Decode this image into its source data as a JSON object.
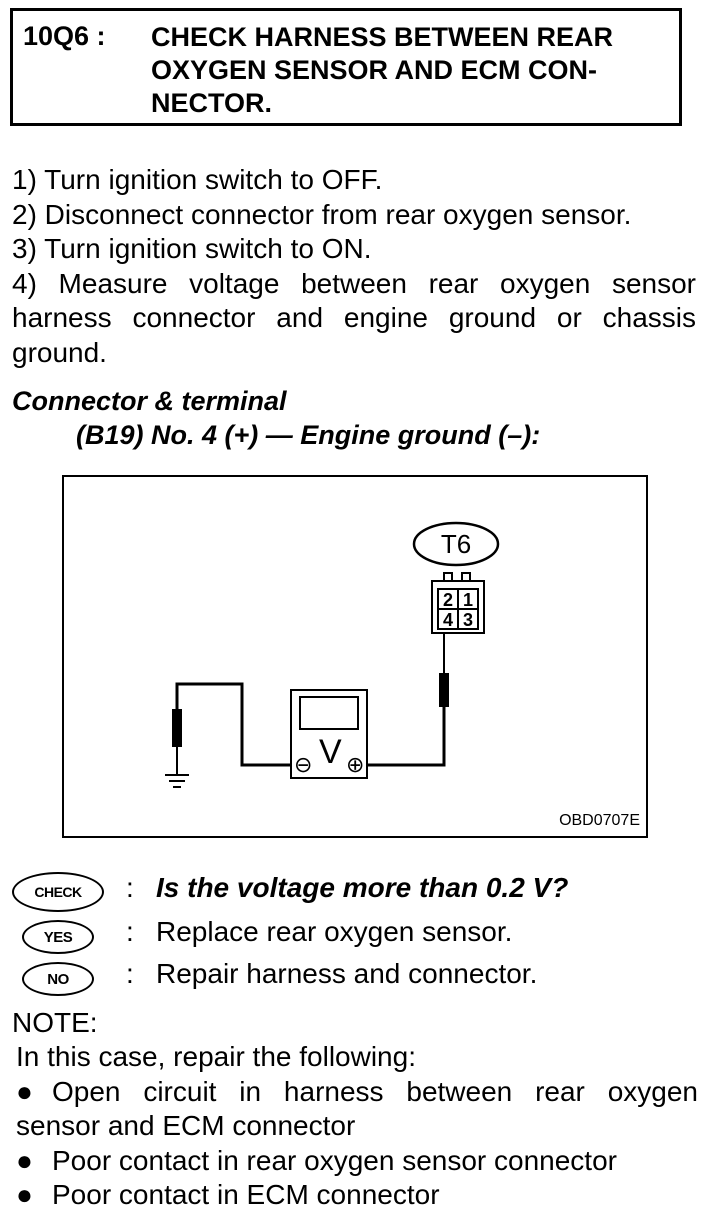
{
  "header": {
    "step_code": "10Q6 :",
    "title": "CHECK HARNESS BETWEEN REAR OXYGEN SENSOR AND ECM CON-NECTOR."
  },
  "steps": [
    "1)  Turn ignition switch to OFF.",
    "2)  Disconnect connector from rear oxygen sensor.",
    "3)  Turn ignition switch to ON.",
    "4)  Measure voltage between rear oxygen sensor harness connector and engine ground or chassis ground."
  ],
  "connector_terminal": {
    "heading": "Connector & terminal",
    "line": "(B19) No. 4 (+) — Engine ground (–):"
  },
  "diagram": {
    "connector_label": "T6",
    "pins": [
      "2",
      "1",
      "4",
      "3"
    ],
    "meter_label": "V",
    "minus_symbol": "⊖",
    "plus_symbol": "⊕",
    "figure_code": "OBD0707E"
  },
  "check": {
    "check_badge": "CHECK",
    "yes_badge": "YES",
    "no_badge": "NO",
    "colon": ":",
    "question": "Is the voltage more than 0.2 V?",
    "yes_answer": "Replace rear oxygen sensor.",
    "no_answer": "Repair harness and connector."
  },
  "note": {
    "label": "NOTE:",
    "intro": "In this case, repair the following:",
    "bullet_symbol": "●",
    "items": [
      "Open circuit in harness between rear oxygen sensor and ECM connector",
      "Poor contact in rear oxygen sensor connector",
      "Poor contact in ECM connector"
    ]
  }
}
